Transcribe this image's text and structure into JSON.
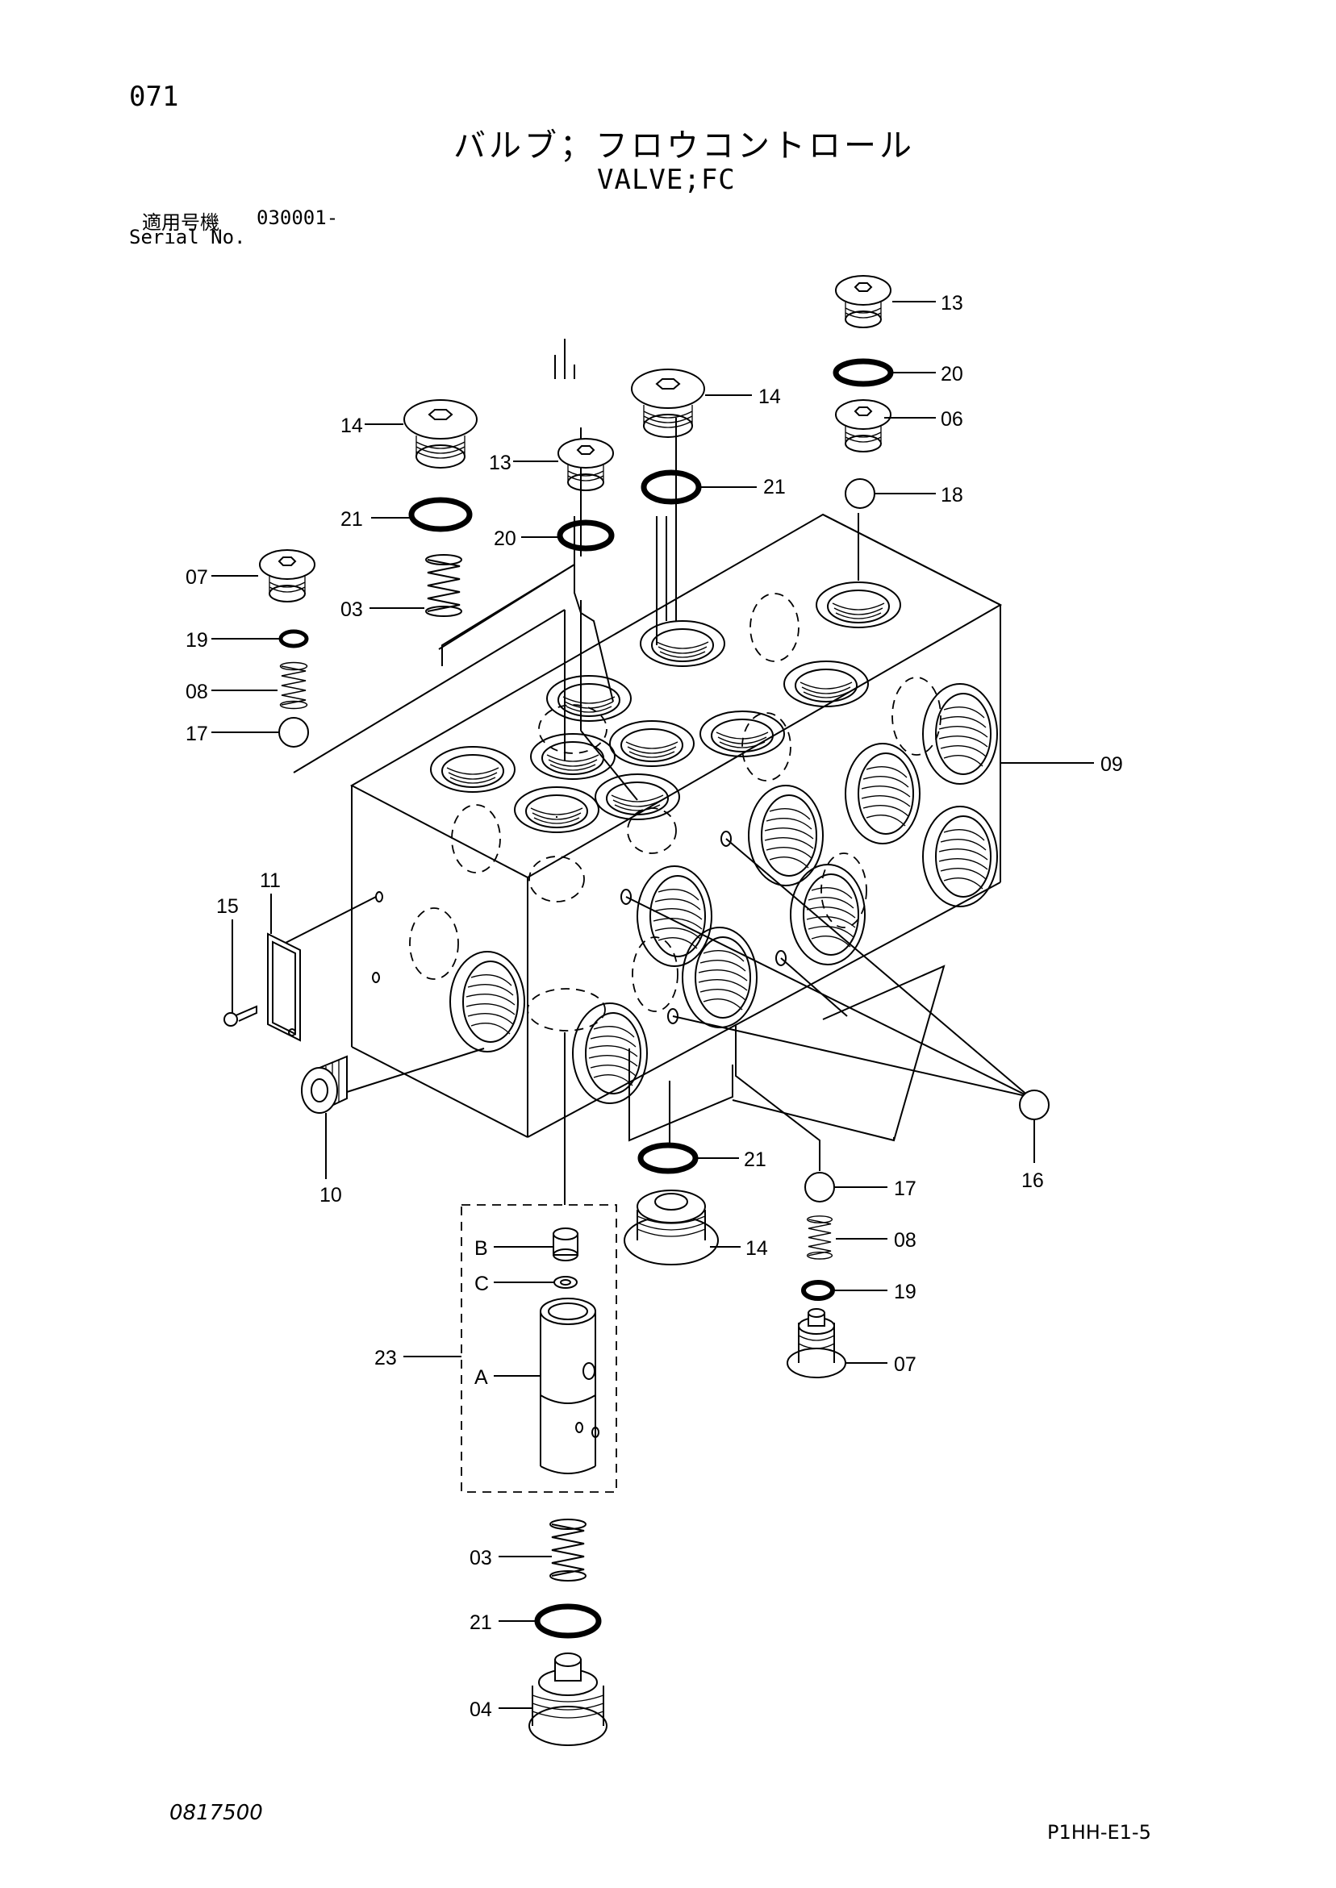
{
  "header": {
    "page_number": "071",
    "title_jp": "バルブ；フロウコントロール",
    "title_en": "VALVE;FC",
    "serial_label_jp": "適用号機",
    "serial_range": "030001-",
    "serial_label_en": "Serial No."
  },
  "footer": {
    "drawing_number": "0817500",
    "code": "P1HH-E1-5"
  },
  "callouts": {
    "c13_top": "13",
    "c20_top": "20",
    "c06": "06",
    "c18": "18",
    "c14_top": "14",
    "c21_top": "21",
    "c14_left": "14",
    "c13_left": "13",
    "c21_left": "21",
    "c20_left": "20",
    "c07_left": "07",
    "c03_left": "03",
    "c19_left": "19",
    "c08_left": "08",
    "c17_left": "17",
    "c09": "09",
    "c11": "11",
    "c15": "15",
    "c10": "10",
    "c16": "16",
    "c21_mid": "21",
    "c17_right": "17",
    "c14_bottom": "14",
    "c08_right": "08",
    "c19_right": "19",
    "c07_right": "07",
    "c23": "23",
    "cB": "B",
    "cC": "C",
    "cA": "A",
    "c03_bottom": "03",
    "c21_bottom": "21",
    "c04": "04"
  }
}
